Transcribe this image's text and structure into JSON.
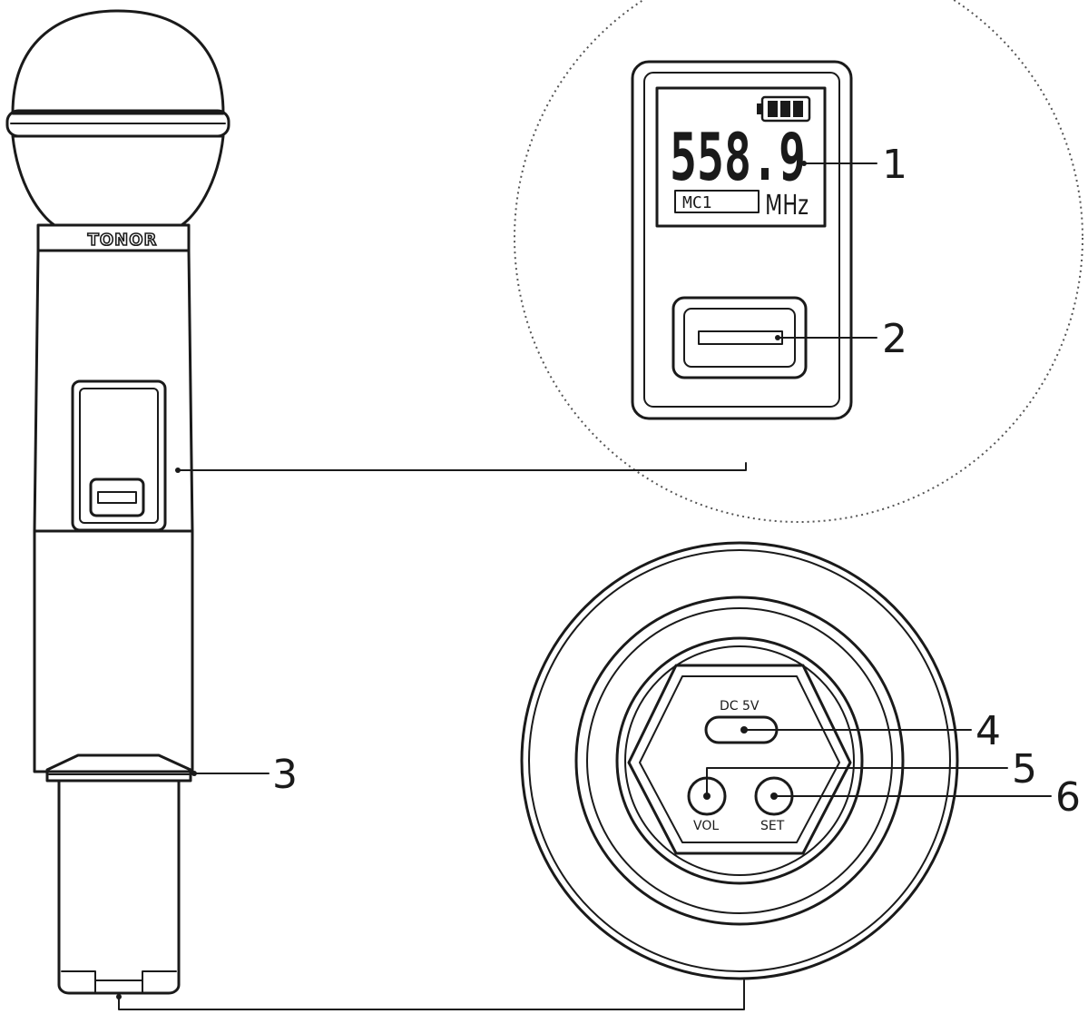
{
  "brand": "TONOR",
  "lcd": {
    "frequency": "558.9",
    "channel": "MC1",
    "unit": "MHz"
  },
  "bottom_panel": {
    "dc_label": "DC 5V",
    "vol_label": "VOL",
    "set_label": "SET"
  },
  "callouts": [
    {
      "number": "1"
    },
    {
      "number": "2"
    },
    {
      "number": "3"
    },
    {
      "number": "4"
    },
    {
      "number": "5"
    },
    {
      "number": "6"
    }
  ]
}
